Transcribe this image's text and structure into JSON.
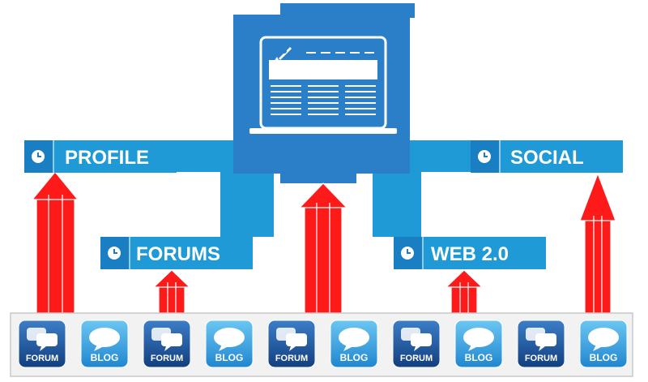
{
  "labels": {
    "profile": "PROFILE",
    "social": "SOCIAL",
    "forums": "FORUMS",
    "web20": "WEB 2.0"
  },
  "icons": [
    {
      "caption": "FORUM",
      "icon": "forum-icon"
    },
    {
      "caption": "BLOG",
      "icon": "blog-icon"
    },
    {
      "caption": "FORUM",
      "icon": "forum-icon"
    },
    {
      "caption": "BLOG",
      "icon": "blog-icon"
    },
    {
      "caption": "FORUM",
      "icon": "forum-icon"
    },
    {
      "caption": "BLOG",
      "icon": "blog-icon"
    },
    {
      "caption": "FORUM",
      "icon": "forum-icon"
    },
    {
      "caption": "BLOG",
      "icon": "blog-icon"
    },
    {
      "caption": "FORUM",
      "icon": "forum-icon"
    },
    {
      "caption": "BLOG",
      "icon": "blog-icon"
    }
  ],
  "colors": {
    "blue": "#1f9ad6",
    "dark_blue": "#1a7fc2",
    "hub_blue": "#2b7fc9",
    "arrow_red": "#ff1a1a",
    "forum_tile": "#1a4f91",
    "blog_tile": "#3ea8e6"
  },
  "central_icon": "website-laptop-icon",
  "label_icon": "clock-icon"
}
